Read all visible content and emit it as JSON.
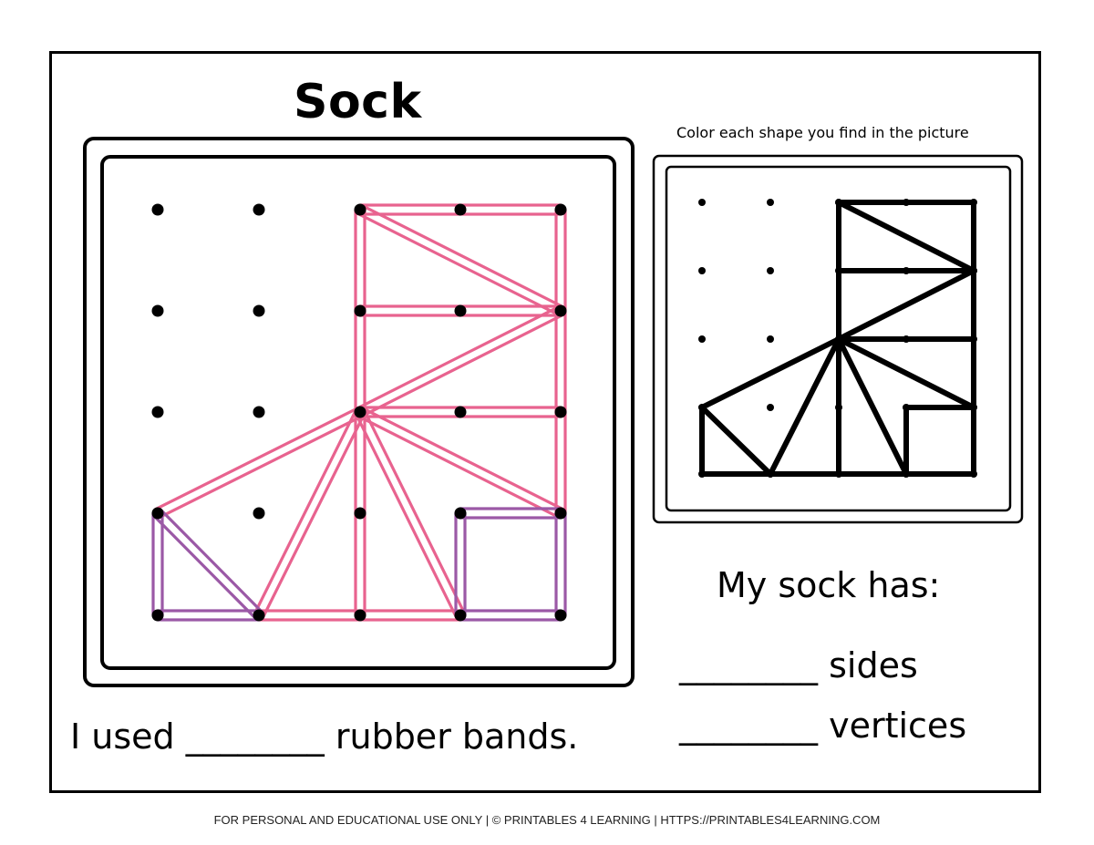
{
  "worksheet": {
    "title": "Sock",
    "instruction": "Color each shape you find in the picture",
    "used_prefix": "I used",
    "used_blank": "________",
    "used_suffix": "rubber bands.",
    "has_label": "My sock has:",
    "sides_blank": "________",
    "sides_label": "sides",
    "vertices_blank": "________",
    "vertices_label": "vertices"
  },
  "footer": {
    "text": "FOR PERSONAL AND EDUCATIONAL USE ONLY | © PRINTABLES 4 LEARNING | HTTPS://PRINTABLES4LEARNING.COM"
  },
  "colors": {
    "pink_band": "#e8638f",
    "purple_band": "#9b59a6",
    "outline": "#000000"
  }
}
